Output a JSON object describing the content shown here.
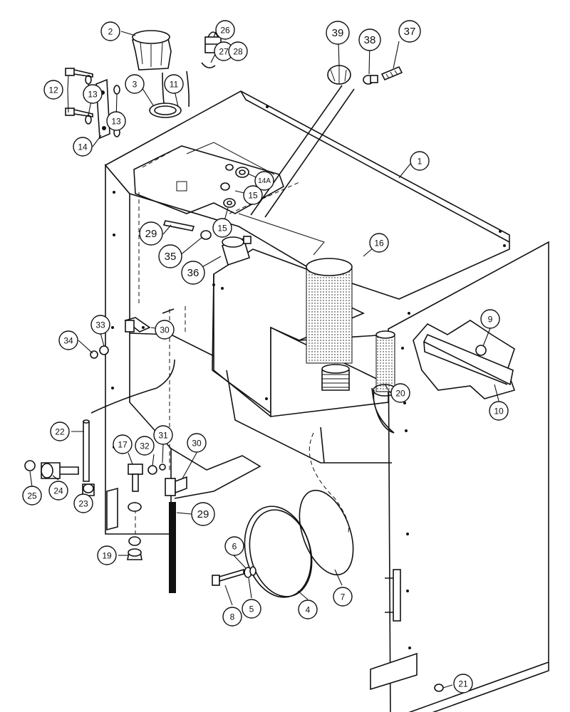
{
  "diagram": {
    "type": "exploded parts diagram",
    "callouts": [
      {
        "id": "1",
        "label": "1"
      },
      {
        "id": "2",
        "label": "2"
      },
      {
        "id": "3",
        "label": "3"
      },
      {
        "id": "4",
        "label": "4"
      },
      {
        "id": "5",
        "label": "5"
      },
      {
        "id": "6",
        "label": "6"
      },
      {
        "id": "7",
        "label": "7"
      },
      {
        "id": "8",
        "label": "8"
      },
      {
        "id": "9",
        "label": "9"
      },
      {
        "id": "10",
        "label": "10"
      },
      {
        "id": "11",
        "label": "11"
      },
      {
        "id": "12",
        "label": "12"
      },
      {
        "id": "13a",
        "label": "13"
      },
      {
        "id": "13b",
        "label": "13"
      },
      {
        "id": "14",
        "label": "14"
      },
      {
        "id": "14A",
        "label": "14A"
      },
      {
        "id": "15a",
        "label": "15"
      },
      {
        "id": "15b",
        "label": "15"
      },
      {
        "id": "16",
        "label": "16"
      },
      {
        "id": "17",
        "label": "17"
      },
      {
        "id": "19",
        "label": "19"
      },
      {
        "id": "20",
        "label": "20"
      },
      {
        "id": "21",
        "label": "21"
      },
      {
        "id": "22",
        "label": "22"
      },
      {
        "id": "23",
        "label": "23"
      },
      {
        "id": "24",
        "label": "24"
      },
      {
        "id": "25",
        "label": "25"
      },
      {
        "id": "26",
        "label": "26"
      },
      {
        "id": "27",
        "label": "27"
      },
      {
        "id": "28",
        "label": "28"
      },
      {
        "id": "29a",
        "label": "29"
      },
      {
        "id": "29b",
        "label": "29"
      },
      {
        "id": "30a",
        "label": "30"
      },
      {
        "id": "30b",
        "label": "30"
      },
      {
        "id": "31",
        "label": "31"
      },
      {
        "id": "32",
        "label": "32"
      },
      {
        "id": "33",
        "label": "33"
      },
      {
        "id": "34",
        "label": "34"
      },
      {
        "id": "35",
        "label": "35"
      },
      {
        "id": "36",
        "label": "36"
      },
      {
        "id": "37",
        "label": "37"
      },
      {
        "id": "38",
        "label": "38"
      },
      {
        "id": "39",
        "label": "39"
      }
    ]
  }
}
